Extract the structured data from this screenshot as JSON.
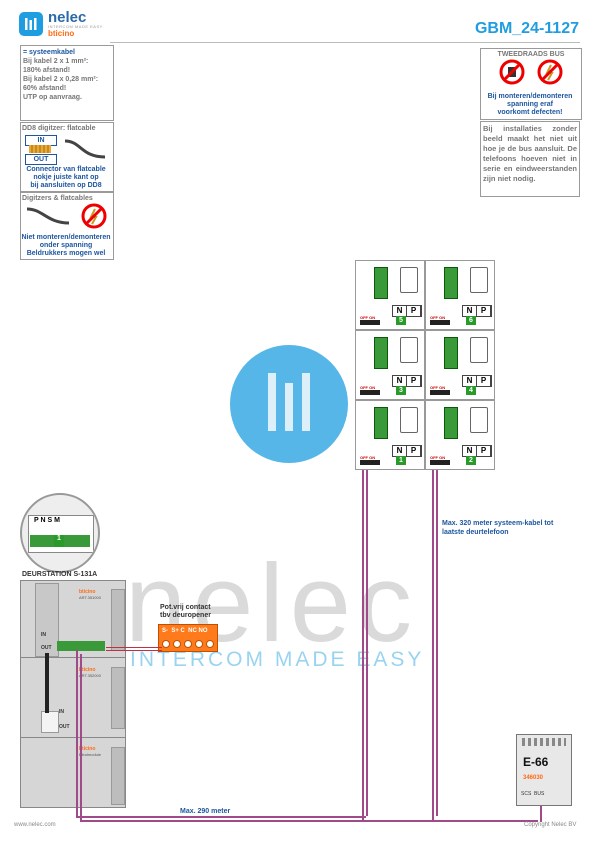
{
  "header": {
    "brand_name": "nelec",
    "brand_tagline": "INTERCOM MADE EASY",
    "brand_sub": "bticino",
    "doc_id": "GBM_24-1127"
  },
  "notes": {
    "systemcable": {
      "line1": "= systeemkabel",
      "line2": "Bij kabel 2 x 1 mm²:",
      "line3": "180% afstand!",
      "line4": "Bij kabel 2 x 0,28 mm²:",
      "line5": "60% afstand!",
      "line6": "UTP op aanvraag."
    },
    "dd8": {
      "title": "DD8 digitzer: flatcable",
      "in": "IN",
      "out": "OUT",
      "text1": "Connector van flatcable",
      "text2": "nokje juiste kant op",
      "text3": "bij aansluiten op DD8"
    },
    "digitizers": {
      "title": "Digitzers & flatcables",
      "text1": "Niet monteren/demonteren",
      "text2": "onder spanning",
      "text3": "Beldrukkers mogen wel"
    },
    "twowire": {
      "title": "TWEEDRAADS BUS",
      "text1": "Bij monteren/demonteren",
      "text2": "spanning eraf",
      "text3": "voorkomt defecten!"
    },
    "install": {
      "text": "Bij installaties zonder beeld maakt het niet uit hoe je de bus aansluit. De telefoons hoeven niet in serie en eindweerstanden zijn niet nodig."
    }
  },
  "phones": {
    "n_label": "N",
    "p_label": "P",
    "off_on": "OFF ON",
    "numbers": [
      "5",
      "6",
      "3",
      "4",
      "1",
      "2"
    ]
  },
  "terminal_zoom": {
    "labels": "P N S M",
    "num": "1"
  },
  "door_station": {
    "title": "DEURSTATION S-131A",
    "module_brand": "bticino",
    "module1_code": "ART.351000",
    "module2_code": "ART.352000",
    "module3_label": "Blindmodule",
    "in": "IN",
    "out": "OUT"
  },
  "contact": {
    "title1": "Pot.vrij contact",
    "title2": "tbv deuropener",
    "terminals": "S-  S+ C  NC NO"
  },
  "psu": {
    "model": "E-66",
    "code": "346030",
    "bottom": "SCS  BUS"
  },
  "cable_labels": {
    "riser": "Max. 320 meter systeem-kabel tot laatste deurtelefoon",
    "bottom": "Max. 290 meter"
  },
  "watermark": {
    "big": "nelec",
    "small": "INTERCOM MADE EASY"
  },
  "footer": {
    "left": "www.nelec.com",
    "right": "Copyright Nelec BV"
  },
  "colors": {
    "accent": "#1e9ee0",
    "wire": "#a04a8a",
    "terminal_green": "#2a8a2a",
    "contact_orange": "#ff7a1a",
    "label_blue": "#1e56a0"
  }
}
